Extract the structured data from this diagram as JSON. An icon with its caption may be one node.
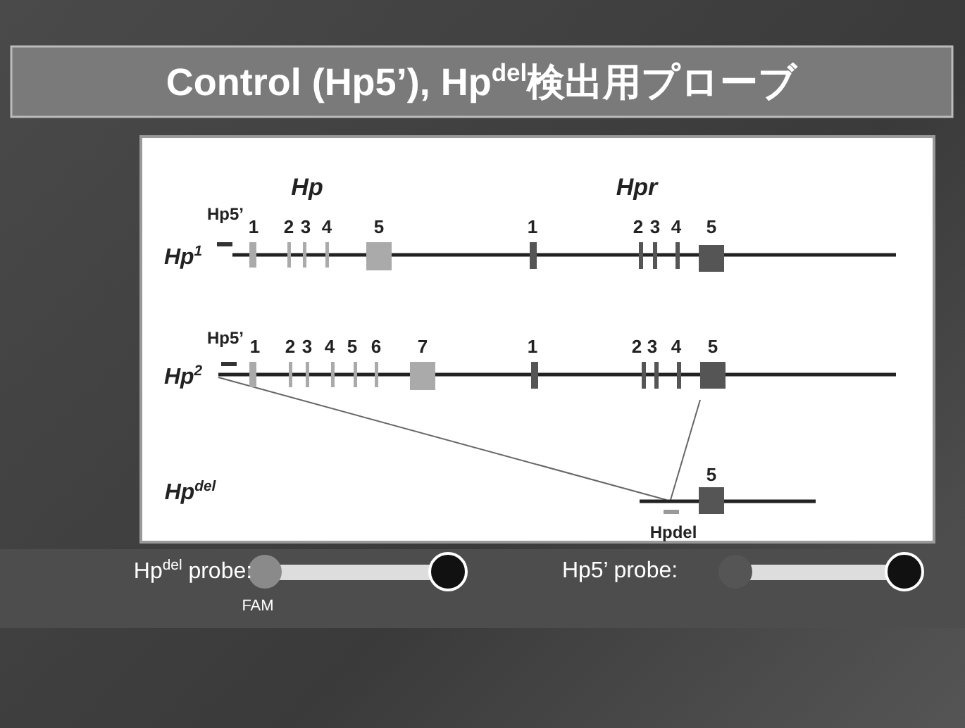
{
  "diagram": {
    "title": "Control (Hp5’), Hp$^{del}$検出用プローブ",
    "labels": [
      "Hp",
      "Hpr",
      "Hp5’",
      "1",
      "2",
      "3",
      "4",
      "5",
      "1",
      "2",
      "3",
      "4",
      "5",
      "Hp$^{1}$",
      "Hp5’",
      "1",
      "2",
      "3",
      "4",
      "5",
      "6",
      "7",
      "1",
      "2",
      "3",
      "4",
      "5",
      "Hp$^{2}$",
      "Hp$^{del}$",
      "5",
      "Hpdel",
      "Hp$^{del}$ probe:",
      "Hp5’ probe:",
      "FAM"
    ]
  }
}
